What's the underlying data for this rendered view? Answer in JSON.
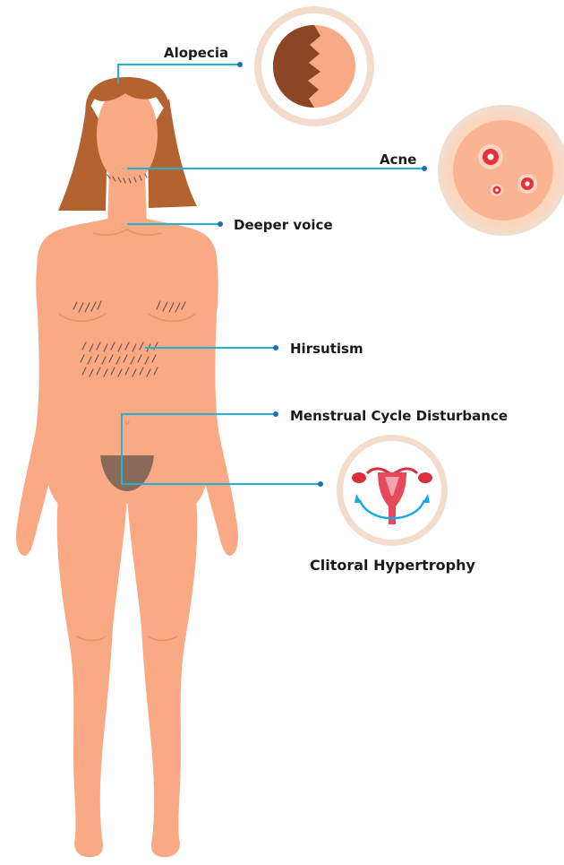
{
  "labels": {
    "alopecia": "Alopecia",
    "acne": "Acne",
    "deeper_voice": "Deeper voice",
    "hirsutism": "Hirsutism",
    "menstrual": "Menstrual Cycle Disturbance",
    "clitoral": "Clitoral Hypertrophy"
  },
  "colors": {
    "skin": "#f9aa84",
    "skin_shadow": "#e6906a",
    "hair": "#b4622f",
    "hair_dark": "#8b4723",
    "leader_line": "#1eb4d9",
    "inset_ring": "#f3dccb",
    "acne_red": "#e8303a",
    "uterus": "#d8303c",
    "arrow": "#16a9e1"
  },
  "icons": [
    "woman-body-figure",
    "alopecia-scalp-icon",
    "acne-skin-icon",
    "uterus-icon"
  ]
}
